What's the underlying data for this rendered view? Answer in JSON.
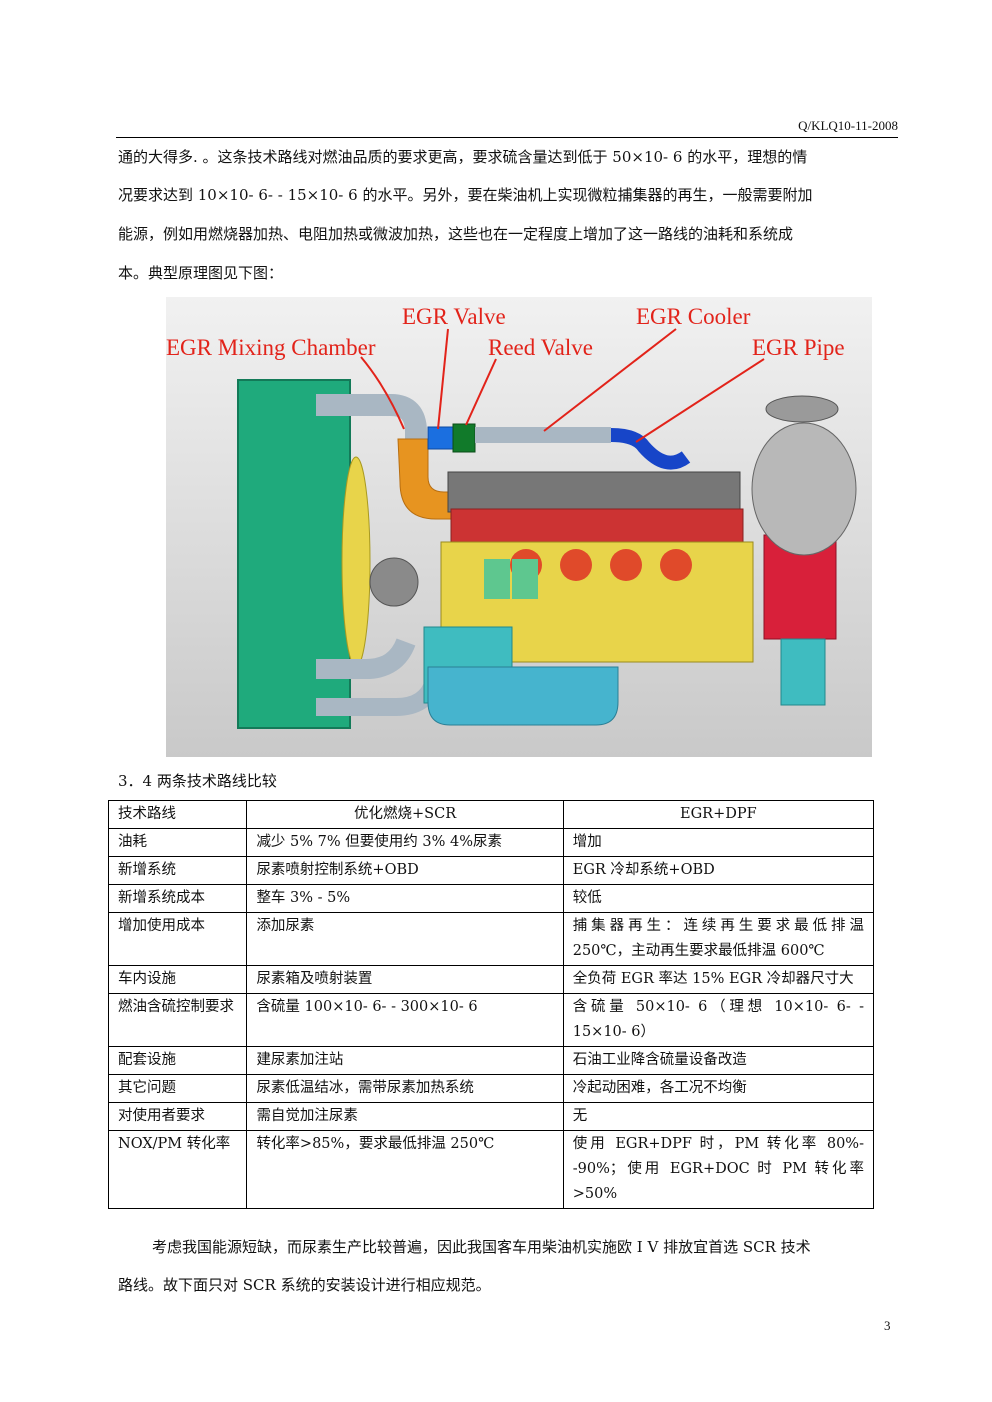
{
  "header": {
    "doc_code": "Q/KLQ10-11-2008"
  },
  "intro_lines": [
    "通的大得多. 。这条技术路线对燃油品质的要求更高，要求硫含量达到低于 50×10- 6 的水平，理想的情",
    "况要求达到 10×10- 6- - 15×10- 6 的水平。另外，要在柴油机上实现微粒捕集器的再生，一般需要附加",
    "能源，例如用燃烧器加热、电阻加热或微波加热，这些也在一定程度上增加了这一路线的油耗和系统成",
    "本。典型原理图见下图："
  ],
  "figure": {
    "labels": {
      "egr_valve": "EGR Valve",
      "egr_cooler": "EGR Cooler",
      "egr_mixing_chamber": "EGR Mixing Chamber",
      "reed_valve": "Reed Valve",
      "egr_pipe": "EGR Pipe"
    },
    "colors": {
      "label": "#e2231a",
      "radiator": "#1faa7c",
      "pipe": "#a9b7c3",
      "mixing": "#e79420",
      "valve_blue": "#1b6fe0",
      "reed_green": "#117a2a",
      "cooler_blue": "#1745c8",
      "engine_yellow": "#e8d44a",
      "sump_cyan": "#46b4ce",
      "flywheel_red": "#d8203a"
    }
  },
  "section_caption": "3．4 两条技术路线比较",
  "table": {
    "headers": [
      "技术路线",
      "优化燃烧+SCR",
      "EGR+DPF"
    ],
    "rows": [
      [
        "油耗",
        "减少 5% 7% 但要使用约 3% 4%尿素",
        "增加"
      ],
      [
        "新增系统",
        "尿素喷射控制系统+OBD",
        "EGR 冷却系统+OBD"
      ],
      [
        "新增系统成本",
        "整车 3% - 5%",
        "较低"
      ],
      [
        "增加使用成本",
        "添加尿素",
        "捕集器再生：连续再生要求最低排温 250℃，主动再生要求最低排温 600℃"
      ],
      [
        "车内设施",
        "尿素箱及喷射装置",
        "全负荷 EGR 率达 15% EGR 冷却器尺寸大"
      ],
      [
        "燃油含硫控制要求",
        "含硫量 100×10- 6- - 300×10- 6",
        "含硫量 50×10- 6（理想 10×10- 6- - 15×10- 6）"
      ],
      [
        "配套设施",
        "建尿素加注站",
        "石油工业降含硫量设备改造"
      ],
      [
        "其它问题",
        "尿素低温结冰，需带尿素加热系统",
        "冷起动困难，各工况不均衡"
      ],
      [
        "对使用者要求",
        "需自觉加注尿素",
        "无"
      ],
      [
        "NOX/PM 转化率",
        "转化率>85%，要求最低排温 250℃",
        "使用 EGR+DPF 时，PM 转化率 80%--90%；使用 EGR+DOC 时 PM 转化率>50%"
      ]
    ]
  },
  "closing_lines": [
    "考虑我国能源短缺，而尿素生产比较普遍，因此我国客车用柴油机实施欧 I V 排放宜首选 SCR 技术",
    "路线。故下面只对 SCR 系统的安装设计进行相应规范。"
  ],
  "page_number": "3"
}
